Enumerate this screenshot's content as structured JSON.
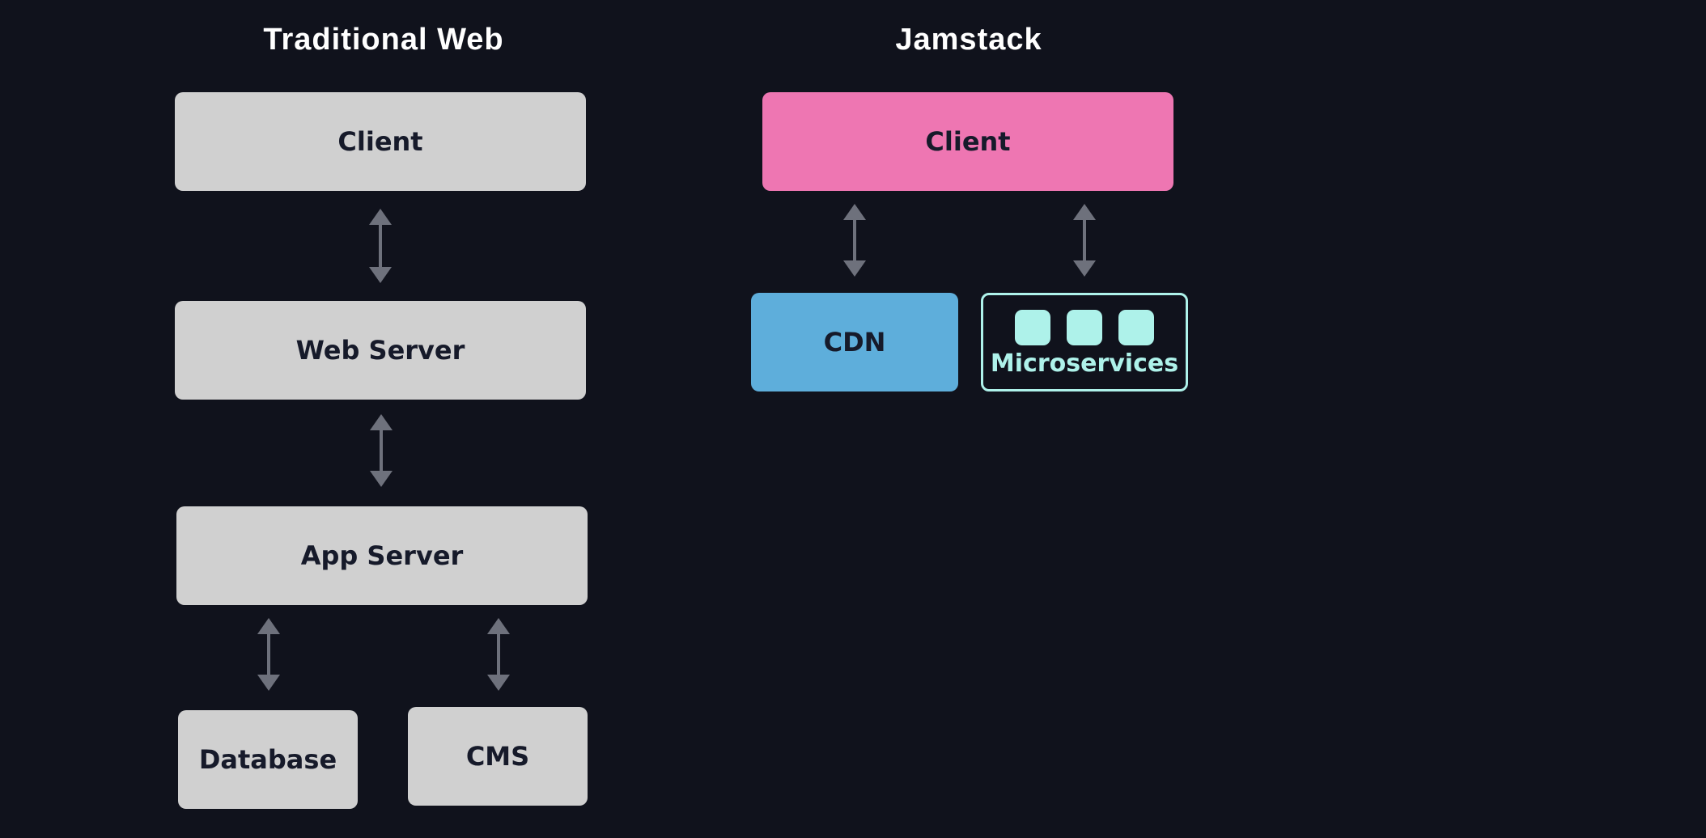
{
  "traditional": {
    "title": "Traditional Web",
    "client": "Client",
    "web_server": "Web Server",
    "app_server": "App Server",
    "database": "Database",
    "cms": "CMS"
  },
  "jamstack": {
    "title": "Jamstack",
    "client": "Client",
    "cdn": "CDN",
    "microservices": "Microservices"
  },
  "colors": {
    "background": "#10121c",
    "box_gray": "#d0d0d0",
    "client_pink": "#ee76b2",
    "cdn_blue": "#5eaedb",
    "microservices_teal": "#aef2ea",
    "arrow_gray": "#6e717c"
  }
}
